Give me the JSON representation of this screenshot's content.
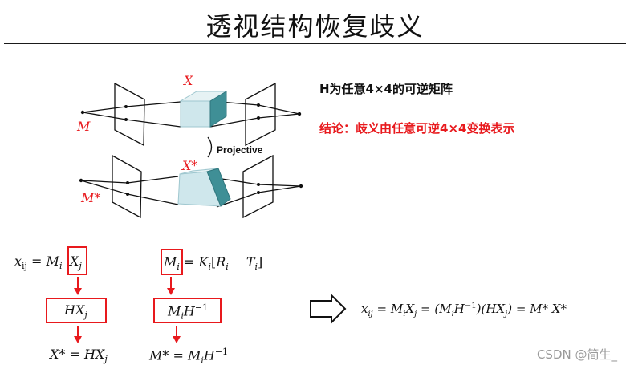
{
  "title": "透视结构恢复歧义",
  "notes": {
    "line1": "H为任意4×4的可逆矩阵",
    "line2": "结论：歧义由任意可逆4×4变换表示"
  },
  "diagram": {
    "label_X": "X",
    "label_M": "M",
    "label_Xstar": "X*",
    "label_Mstar": "M*",
    "projective_label": "Projective",
    "colors": {
      "accent_red": "#e8191d",
      "cube_light": "#cfe7ec",
      "cube_dark": "#3f8f96"
    }
  },
  "equations": {
    "eq1": "x_ij = M_i X_j",
    "eq1_pre": "x",
    "eq1_sub": "ij",
    "eq1_mid": " = M",
    "eq1_sub_i": "i",
    "eq1_Xj": "X",
    "eq1_Xj_sub": "j",
    "box_HXj": "HX",
    "box_HXj_sub": "j",
    "result_left_a": "X* = HX",
    "result_left_sub": "j",
    "eq2_Mi": "M",
    "eq2_Mi_sub": "i",
    "eq2_rest_a": " = K",
    "eq2_rest_sub1": "i",
    "eq2_rest_b": "[R",
    "eq2_rest_sub2": "i",
    "eq2_rest_c": "    T",
    "eq2_rest_sub3": "i",
    "eq2_rest_d": "]",
    "box_MiHinv_a": "M",
    "box_MiHinv_sub": "i",
    "box_MiHinv_b": "H",
    "box_MiHinv_sup": "−1",
    "result_right_a": "M* = M",
    "result_right_sub": "i",
    "result_right_b": "H",
    "result_right_sup": "−1",
    "final": "x_ij = M_i X_j = (M_i H^-1)(HX_j) = M* X*",
    "final_parts": {
      "p1": "x",
      "p1_sub": "ij",
      "p2": " = M",
      "p2_sub": "i",
      "p3": "X",
      "p3_sub": "j",
      "p4": " = (M",
      "p4_sub": "i",
      "p5": "H",
      "p5_sup": "−1",
      "p6": ")(HX",
      "p6_sub": "j",
      "p7": ") = M* X*"
    }
  },
  "watermark": "CSDN @简生_"
}
